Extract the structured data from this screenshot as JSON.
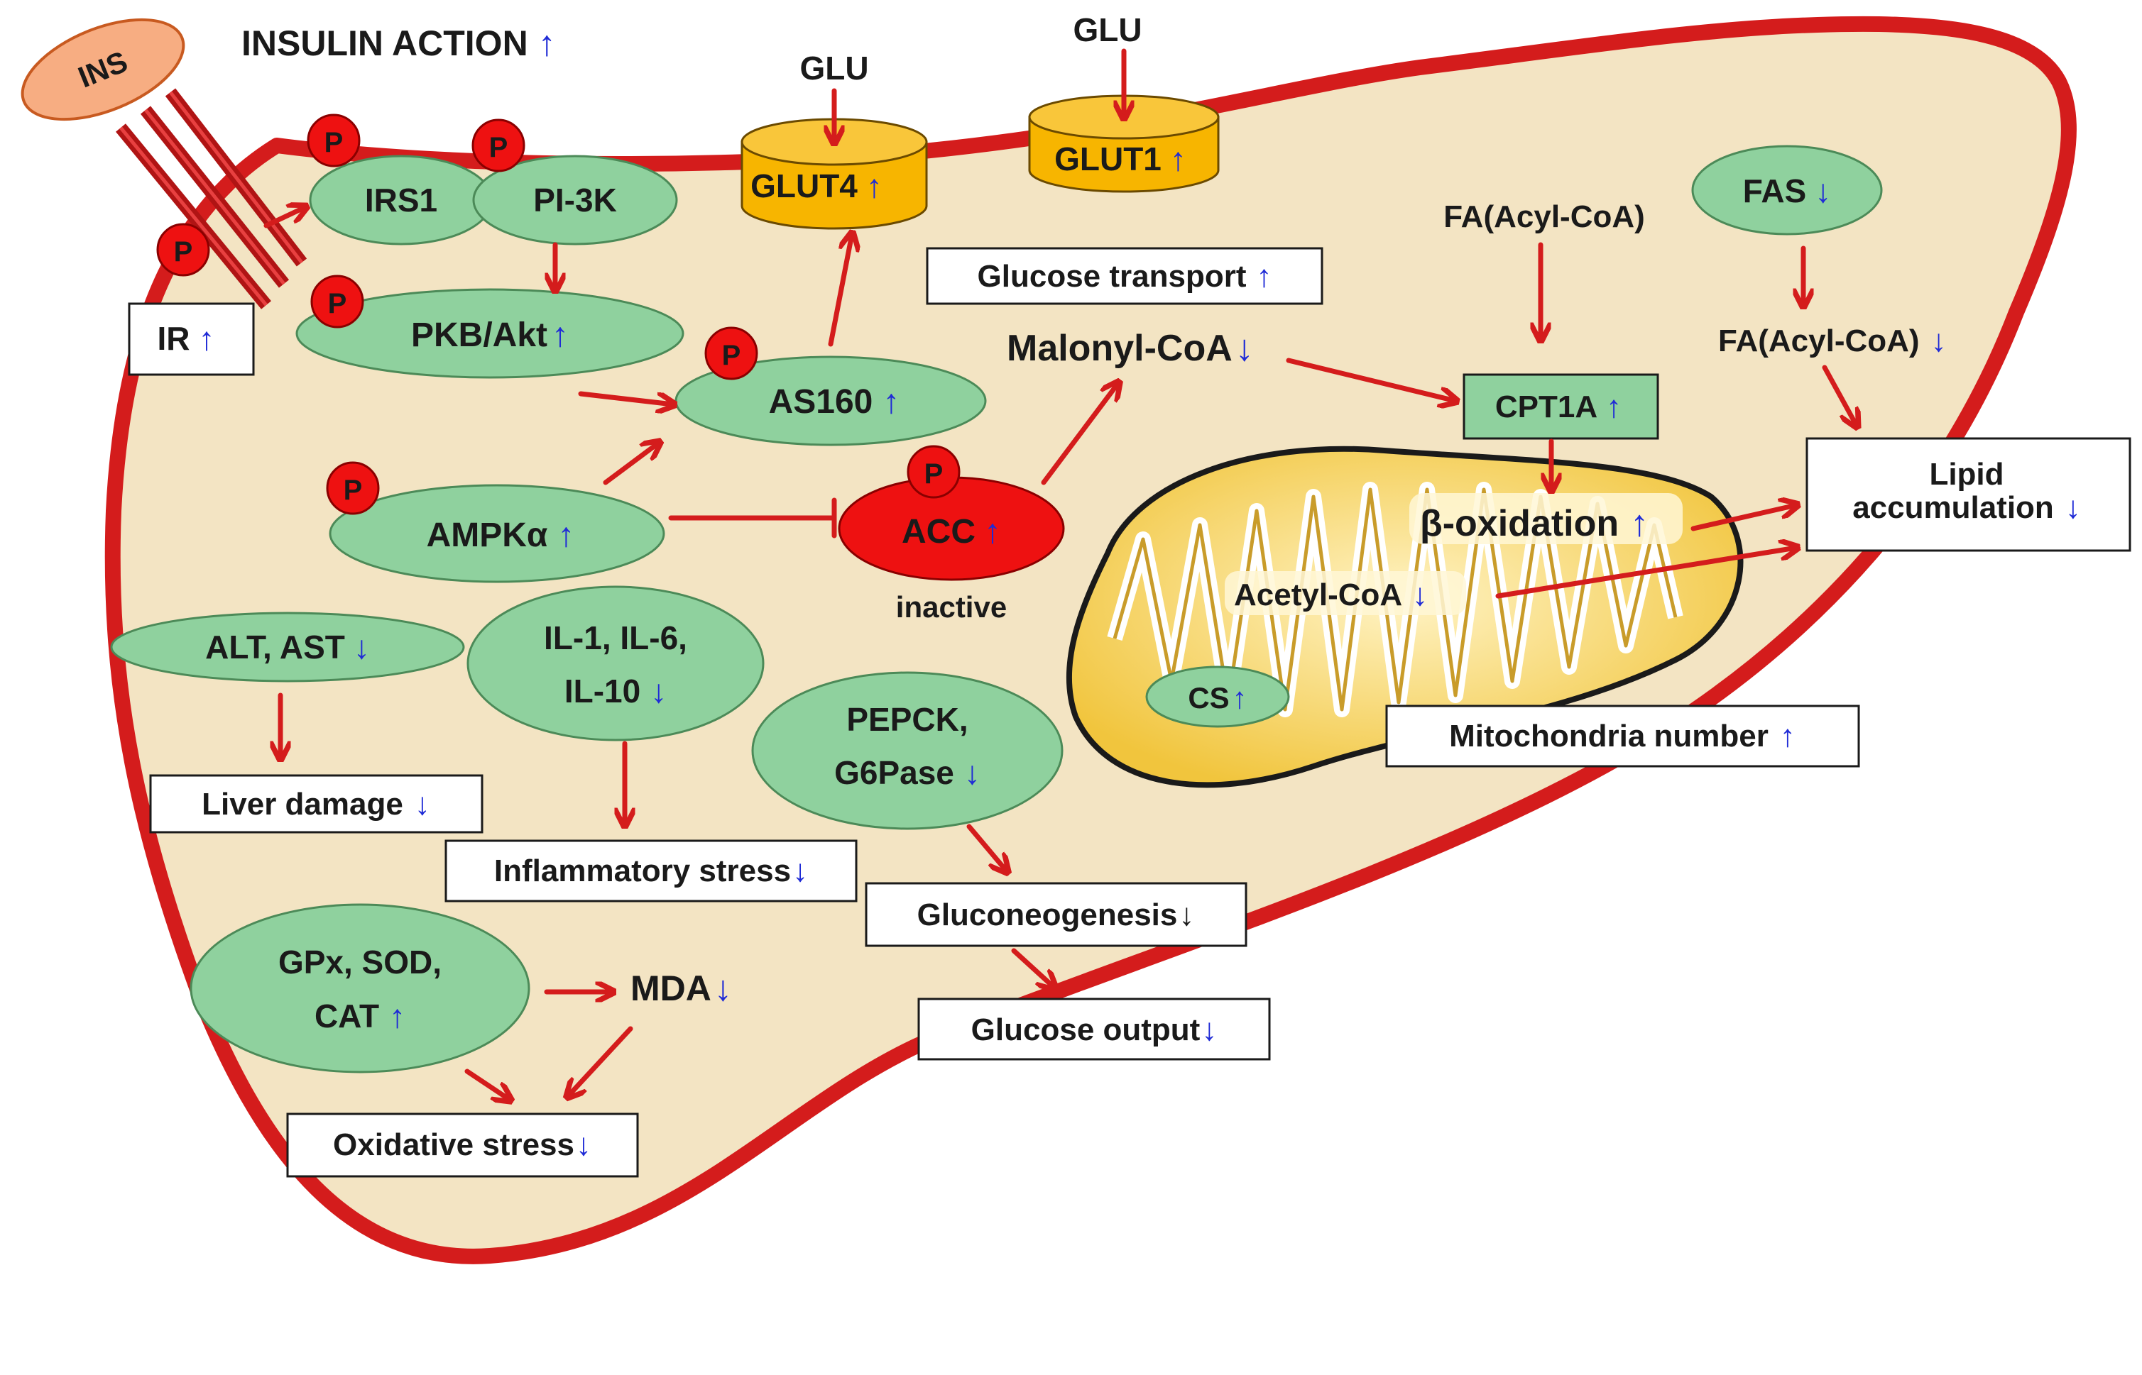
{
  "colors": {
    "liver_fill": "#f3e4c3",
    "liver_outline": "#d41c1c",
    "protein_green": "#8fd19e",
    "transporter_gold": "#f7b500",
    "phospho_red": "#ee1111",
    "arrow_red": "#d41c1c",
    "change_blue": "#1f2bd6",
    "ins_orange": "#f7ad82"
  },
  "header": {
    "title": "INSULIN ACTION",
    "title_change": "↑"
  },
  "ligands": {
    "ins": "INS",
    "glu_left": "GLU",
    "glu_right": "GLU"
  },
  "phospho": {
    "label": "P"
  },
  "nodes": {
    "ir": {
      "label": "IR",
      "change": "↑"
    },
    "irs1": {
      "label": "IRS1"
    },
    "pi3k": {
      "label": "PI-3K"
    },
    "pkb": {
      "label": "PKB/Akt",
      "change": "↑"
    },
    "as160": {
      "label": "AS160",
      "change": "↑"
    },
    "ampk": {
      "label": "AMPKα",
      "change": "↑"
    },
    "acc": {
      "label": "ACC",
      "change": "↑",
      "note": "inactive"
    },
    "glut4": {
      "label": "GLUT4",
      "change": "↑"
    },
    "glut1": {
      "label": "GLUT1",
      "change": "↑"
    },
    "glucose_transport": {
      "label": "Glucose transport",
      "change": "↑"
    },
    "malonyl": {
      "label": "Malonyl-CoA",
      "change": "↓"
    },
    "fa_acyl_top": {
      "label": "FA(Acyl-CoA)"
    },
    "fas": {
      "label": "FAS",
      "change": "↓"
    },
    "fa_acyl_right": {
      "label": "FA(Acyl-CoA)",
      "change": "↓"
    },
    "cpt1a": {
      "label": "CPT1A",
      "change": "↑"
    },
    "beta_ox": {
      "label": "β-oxidation",
      "change": "↑"
    },
    "acetyl": {
      "label": "Acetyl-CoA",
      "change": "↓"
    },
    "lipid": {
      "line1": "Lipid",
      "line2": "accumulation",
      "change": "↓"
    },
    "cs": {
      "label": "CS",
      "change": "↑"
    },
    "mito_number": {
      "label": "Mitochondria number",
      "change": "↑"
    },
    "alt_ast": {
      "label": "ALT, AST",
      "change": "↓"
    },
    "liver_damage": {
      "label": "Liver damage",
      "change": "↓"
    },
    "il": {
      "line1": "IL-1, IL-6,",
      "line2": "IL-10",
      "change": "↓"
    },
    "inflammatory": {
      "label": "Inflammatory stress",
      "change": "↓"
    },
    "pepck": {
      "line1": "PEPCK,",
      "line2": "G6Pase",
      "change": "↓"
    },
    "gluconeo": {
      "label": "Gluconeogenesis",
      "change": "↓"
    },
    "glucose_output": {
      "label": "Glucose output",
      "change": "↓"
    },
    "gpx": {
      "line1": "GPx, SOD,",
      "line2": "CAT",
      "change": "↑"
    },
    "mda": {
      "label": "MDA",
      "change": "↓"
    },
    "oxidative": {
      "label": "Oxidative stress",
      "change": "↓"
    }
  }
}
